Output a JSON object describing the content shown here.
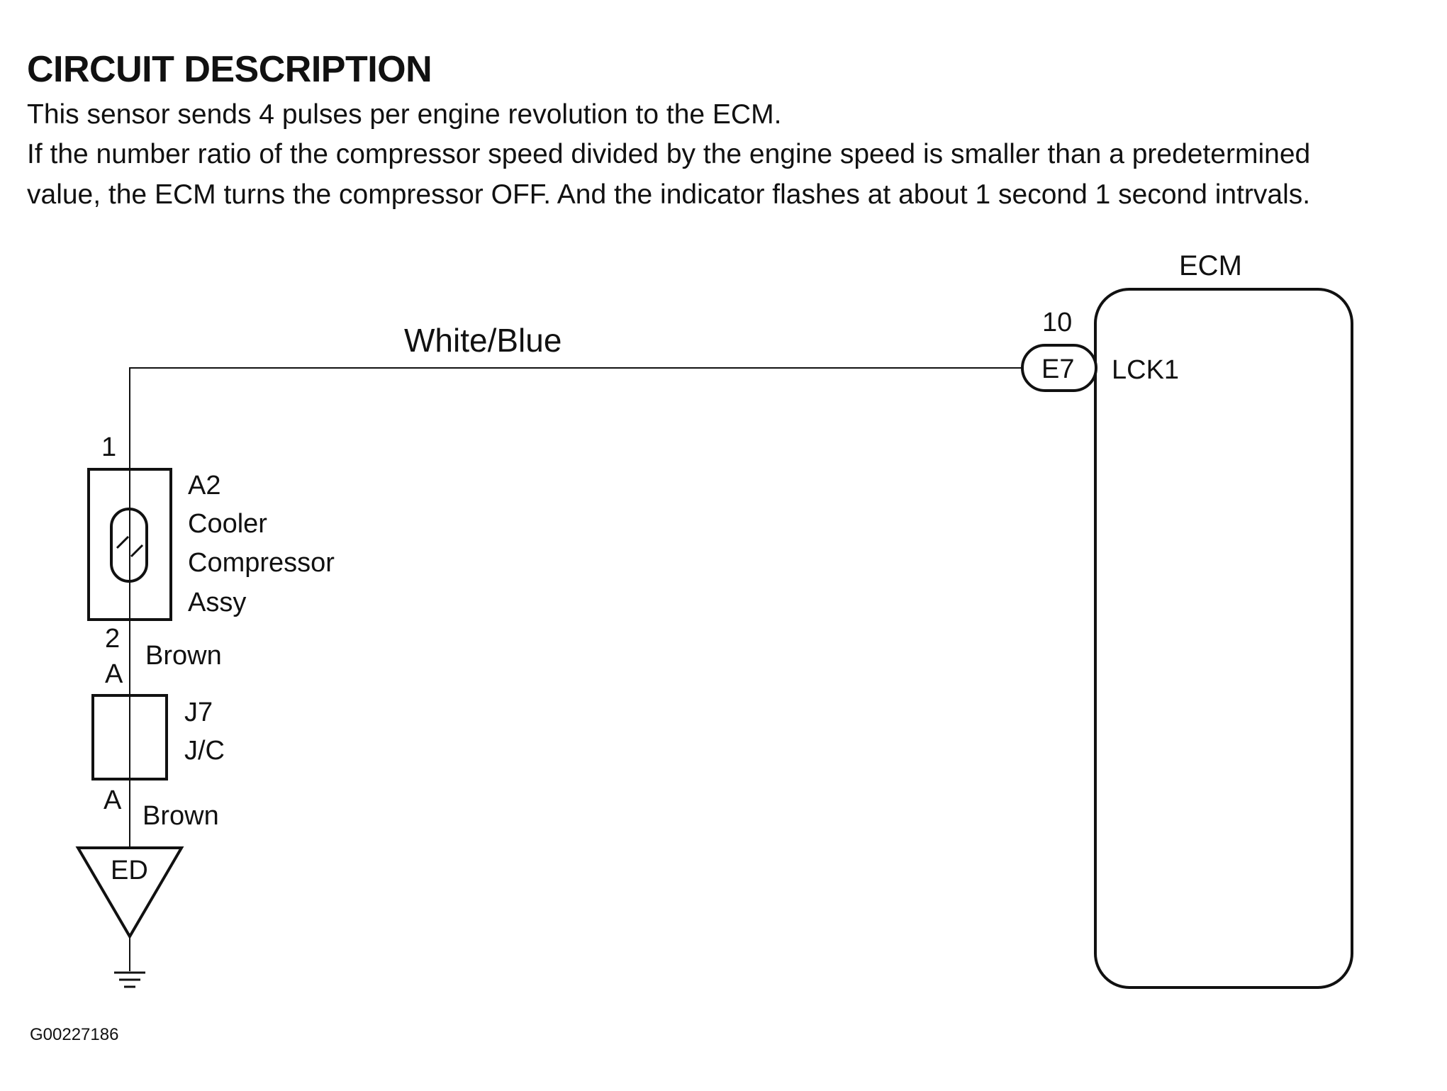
{
  "title": "CIRCUIT DESCRIPTION",
  "description": [
    "This sensor sends 4 pulses per engine revolution to the ECM.",
    "If the number ratio of the compressor speed divided by the engine speed is smaller than a predetermined",
    "value, the ECM turns the compressor OFF. And the indicator flashes at about 1 second 1 second intrvals."
  ],
  "diagram": {
    "ecm": {
      "label": "ECM",
      "pin_number": "10",
      "connector": "E7",
      "terminal": "LCK1"
    },
    "wire_top": "White/Blue",
    "sensor": {
      "pin_top": "1",
      "pin_bottom": "2",
      "code": "A2",
      "name_lines": [
        "Cooler",
        "Compressor",
        "Assy"
      ]
    },
    "wire_brown_1": "Brown",
    "junction": {
      "pin_top": "A",
      "pin_bottom": "A",
      "code": "J7",
      "name": "J/C"
    },
    "wire_brown_2": "Brown",
    "ground": {
      "label": "ED"
    },
    "figure_id": "G00227186"
  }
}
